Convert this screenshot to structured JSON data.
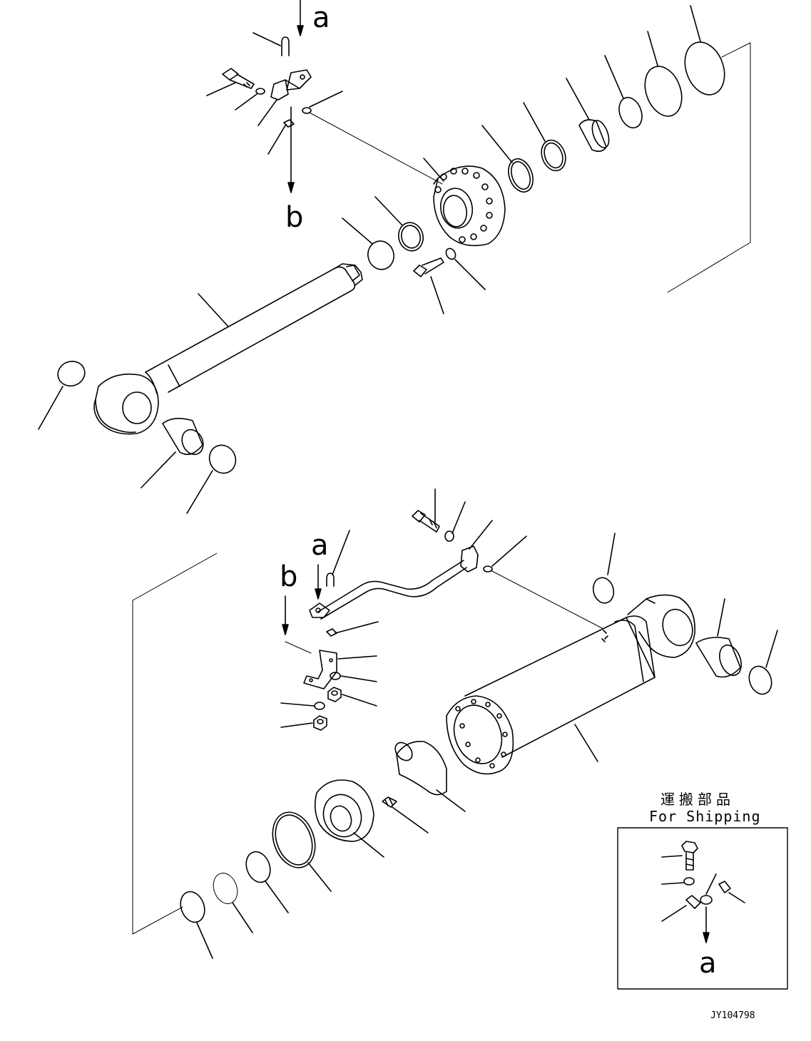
{
  "labels": {
    "a": "a",
    "b": "b"
  },
  "shipping_box": {
    "title_jp": "運搬部品",
    "title_en": "For Shipping",
    "arrow_label": "a"
  },
  "drawing_code": "JY104798"
}
